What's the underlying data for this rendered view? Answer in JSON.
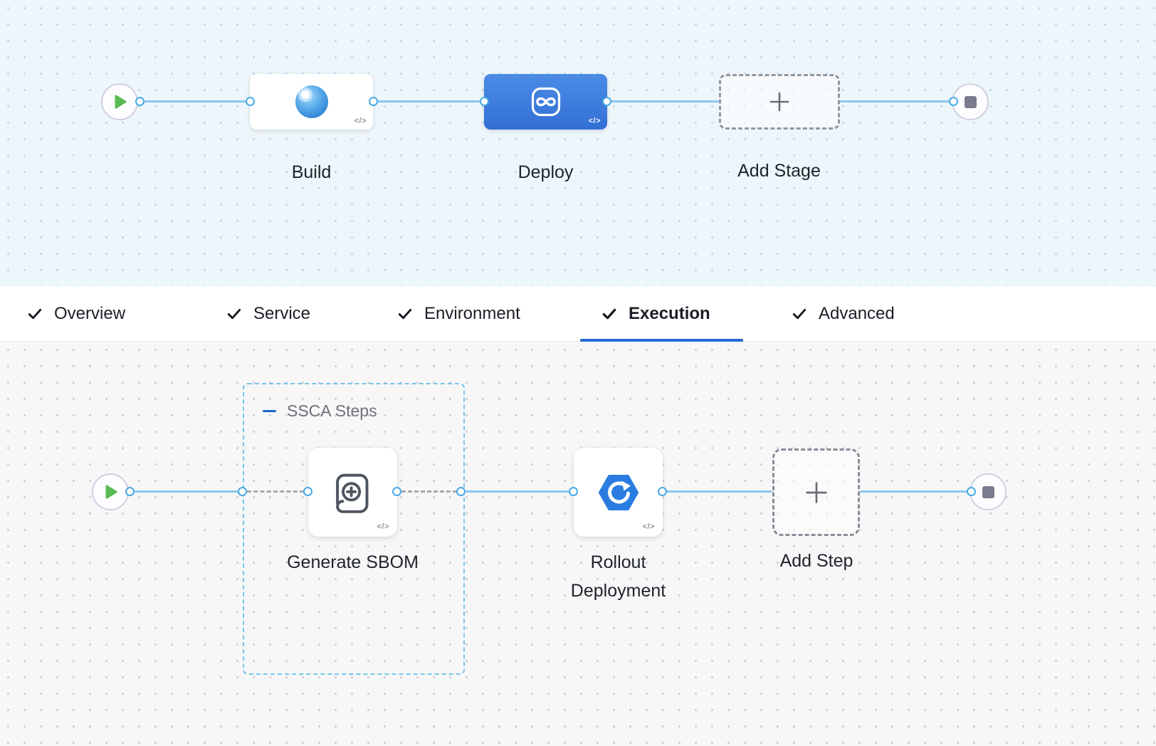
{
  "colors": {
    "accent_blue": "#2468d5",
    "deploy_node_blue": "#3c7ede",
    "connector_blue": "#8ac8ee",
    "connector_dashed_gray": "#a7a7b0",
    "canvas_top_bg": "#edf6fa",
    "canvas_bottom_bg": "#f7f7f8",
    "play_green": "#58bb51",
    "stop_gray": "#7b7b8e",
    "rollout_hexagon_blue": "#2a7ce0"
  },
  "top_pipeline": {
    "stages": [
      {
        "label": "Build",
        "code_badge": "</>"
      },
      {
        "label": "Deploy",
        "code_badge": "</>"
      },
      {
        "label": "Add Stage"
      }
    ]
  },
  "tabs": {
    "active": "Execution",
    "items": [
      {
        "label": "Overview",
        "checked": true
      },
      {
        "label": "Service",
        "checked": true
      },
      {
        "label": "Environment",
        "checked": true
      },
      {
        "label": "Execution",
        "checked": true
      },
      {
        "label": "Advanced",
        "checked": true
      }
    ]
  },
  "bottom_pipeline": {
    "group_label": "SSCA Steps",
    "steps": [
      {
        "label": "Generate SBOM",
        "code_badge": "</>"
      },
      {
        "label_line1": "Rollout",
        "label_line2": "Deployment",
        "code_badge": "</>"
      },
      {
        "label": "Add Step"
      }
    ]
  }
}
